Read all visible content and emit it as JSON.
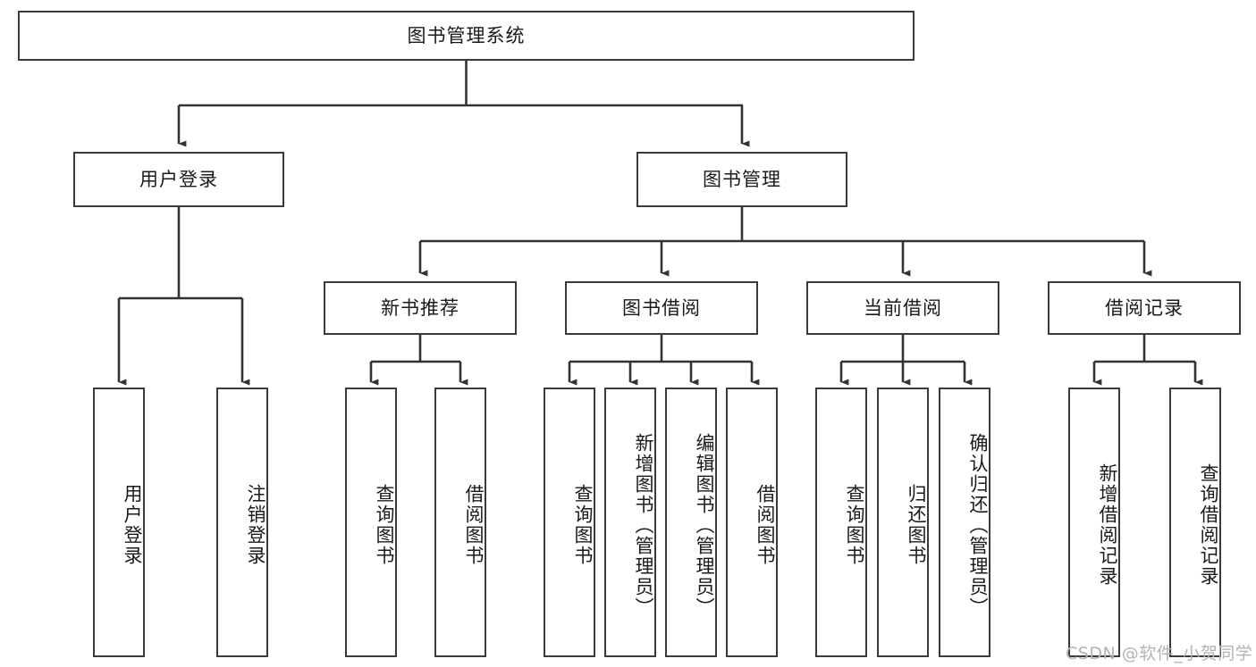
{
  "diagram": {
    "type": "hierarchy-tree",
    "title": "图书管理系统",
    "orientation": "top-down",
    "colors": {
      "box_border": "#3a3a3a",
      "box_fill": "#ffffff",
      "connector": "#333333",
      "text": "#1a1a1a",
      "watermark": "#b3b3b3",
      "background": "#ffffff"
    },
    "root": {
      "id": "root",
      "label": "图书管理系统",
      "text_orientation": "horizontal"
    },
    "level2": [
      {
        "id": "user-login",
        "label": "用户登录",
        "text_orientation": "horizontal"
      },
      {
        "id": "book-manage",
        "label": "图书管理",
        "text_orientation": "horizontal"
      }
    ],
    "level3": [
      {
        "id": "new-book-rec",
        "label": "新书推荐",
        "parent": "book-manage",
        "text_orientation": "horizontal"
      },
      {
        "id": "book-borrow",
        "label": "图书借阅",
        "parent": "book-manage",
        "text_orientation": "horizontal"
      },
      {
        "id": "current-borrow",
        "label": "当前借阅",
        "parent": "book-manage",
        "text_orientation": "horizontal"
      },
      {
        "id": "borrow-record",
        "label": "借阅记录",
        "parent": "book-manage",
        "text_orientation": "horizontal"
      }
    ],
    "leaves": [
      {
        "id": "leaf-user-login",
        "label": "用户登录",
        "parent": "user-login",
        "text_orientation": "vertical"
      },
      {
        "id": "leaf-logout",
        "label": "注销登录",
        "parent": "user-login",
        "text_orientation": "vertical"
      },
      {
        "id": "leaf-rec-query-book",
        "label": "查询图书",
        "parent": "new-book-rec",
        "text_orientation": "vertical"
      },
      {
        "id": "leaf-rec-borrow-book",
        "label": "借阅图书",
        "parent": "new-book-rec",
        "text_orientation": "vertical"
      },
      {
        "id": "leaf-borrow-query-book",
        "label": "查询图书",
        "parent": "book-borrow",
        "text_orientation": "vertical"
      },
      {
        "id": "leaf-add-book-admin",
        "label": "新增图书（管理员）",
        "parent": "book-borrow",
        "text_orientation": "vertical"
      },
      {
        "id": "leaf-edit-book-admin",
        "label": "编辑图书（管理员）",
        "parent": "book-borrow",
        "text_orientation": "vertical"
      },
      {
        "id": "leaf-borrow-book",
        "label": "借阅图书",
        "parent": "book-borrow",
        "text_orientation": "vertical"
      },
      {
        "id": "leaf-cur-query-book",
        "label": "查询图书",
        "parent": "current-borrow",
        "text_orientation": "vertical"
      },
      {
        "id": "leaf-return-book",
        "label": "归还图书",
        "parent": "current-borrow",
        "text_orientation": "vertical"
      },
      {
        "id": "leaf-confirm-return-admin",
        "label": "确认归还（管理员）",
        "parent": "current-borrow",
        "text_orientation": "vertical"
      },
      {
        "id": "leaf-add-record",
        "label": "新增借阅记录",
        "parent": "borrow-record",
        "text_orientation": "vertical"
      },
      {
        "id": "leaf-query-record",
        "label": "查询借阅记录",
        "parent": "borrow-record",
        "text_orientation": "vertical"
      }
    ]
  },
  "watermark": {
    "text": "CSDN @软件_小贺同学"
  }
}
